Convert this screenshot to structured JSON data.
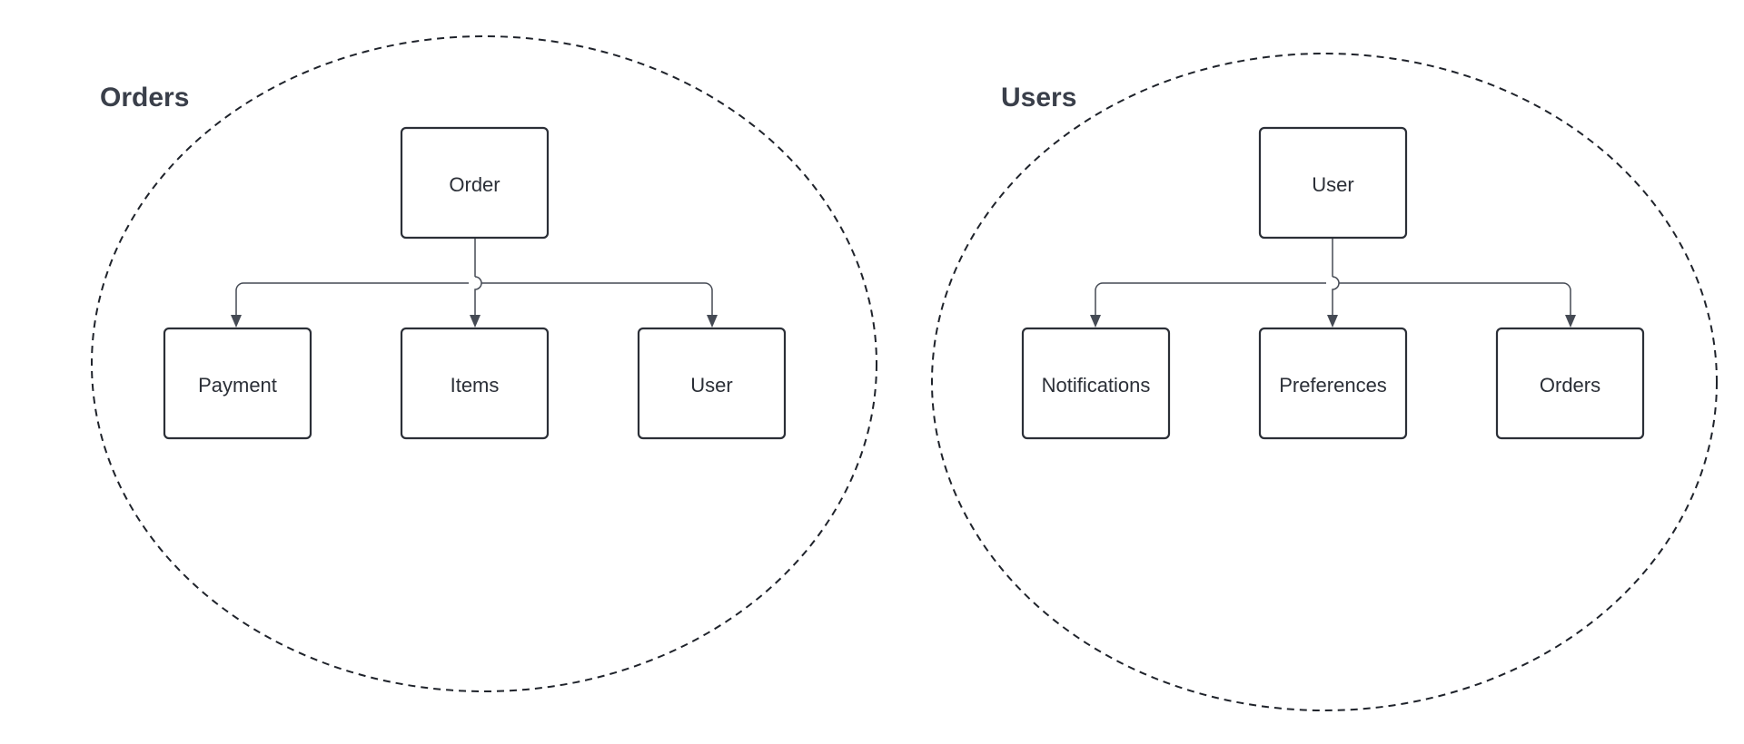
{
  "diagram": {
    "groups": [
      {
        "id": "orders",
        "title": "Orders",
        "root": {
          "label": "Order"
        },
        "children": [
          {
            "label": "Payment"
          },
          {
            "label": "Items"
          },
          {
            "label": "User"
          }
        ]
      },
      {
        "id": "users",
        "title": "Users",
        "root": {
          "label": "User"
        },
        "children": [
          {
            "label": "Notifications"
          },
          {
            "label": "Preferences"
          },
          {
            "label": "Orders"
          }
        ]
      }
    ],
    "colors": {
      "stroke": "#2b2f37",
      "title": "#3a3f4a",
      "connector": "#454a54",
      "background": "#ffffff"
    }
  }
}
